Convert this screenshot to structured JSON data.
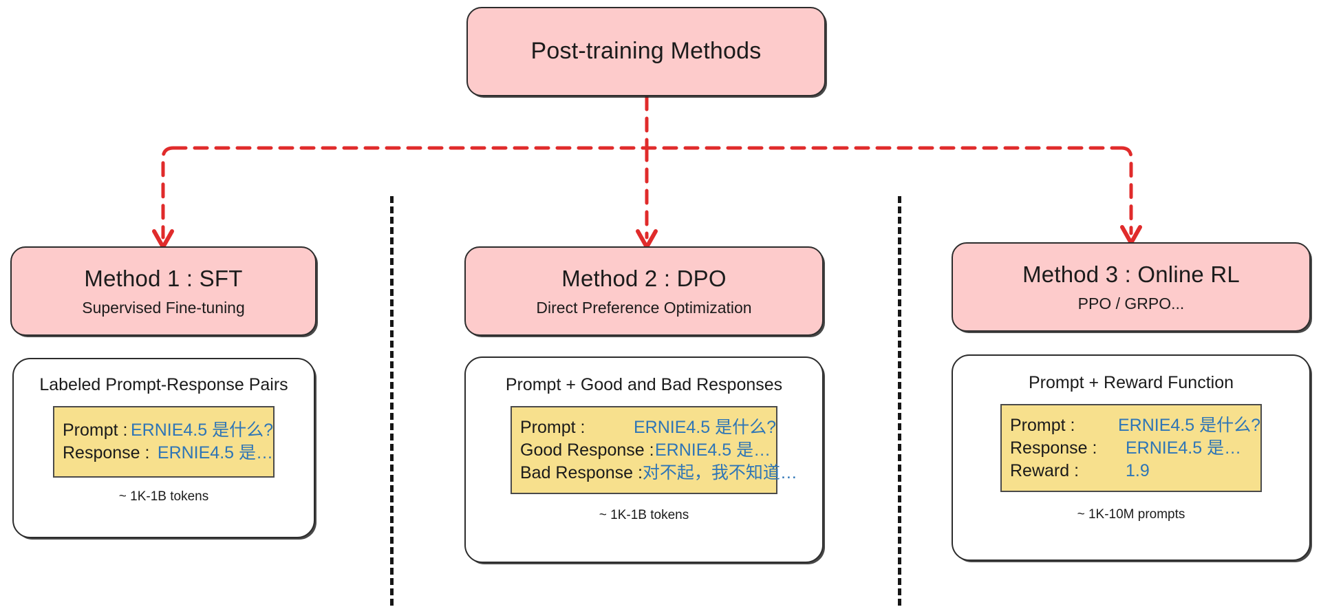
{
  "root": {
    "title": "Post-training Methods"
  },
  "dividers": [
    {
      "name": "divider-left"
    },
    {
      "name": "divider-right"
    }
  ],
  "connector": {
    "color": "#e02b2b",
    "style": "dashed",
    "arrowheads": 3
  },
  "columns": [
    {
      "method": {
        "title": "Method 1 : SFT",
        "subtitle": "Supervised Fine-tuning"
      },
      "card": {
        "heading": "Labeled Prompt-Response Pairs",
        "rows": [
          {
            "key": "Prompt :",
            "value": "ERNIE4.5 是什么?"
          },
          {
            "key": "Response :",
            "value": "ERNIE4.5 是…"
          }
        ],
        "footnote": "~ 1K-1B tokens"
      }
    },
    {
      "method": {
        "title": "Method 2 : DPO",
        "subtitle": "Direct Preference Optimization"
      },
      "card": {
        "heading": "Prompt + Good and Bad Responses",
        "rows": [
          {
            "key": "Prompt :",
            "value": "ERNIE4.5 是什么?"
          },
          {
            "key": "Good Response :",
            "value": "ERNIE4.5 是…"
          },
          {
            "key": "Bad Response :",
            "value": "对不起，我不知道…"
          }
        ],
        "footnote": "~ 1K-1B tokens"
      }
    },
    {
      "method": {
        "title": "Method 3 : Online RL",
        "subtitle": "PPO / GRPO..."
      },
      "card": {
        "heading": "Prompt + Reward Function",
        "rows": [
          {
            "key": "Prompt :",
            "value": "ERNIE4.5 是什么?"
          },
          {
            "key": "Response :",
            "value": "ERNIE4.5 是…"
          },
          {
            "key": "Reward :",
            "value": "1.9"
          }
        ],
        "footnote": "~ 1K-10M prompts"
      }
    }
  ],
  "colors": {
    "box_fill": "#fdcbcb",
    "card_fill": "#ffffff",
    "value_box_fill": "#f7e08d",
    "value_text": "#2e75b6",
    "outline": "#2c2c2c",
    "arrow": "#e02b2b",
    "divider": "#161616"
  }
}
